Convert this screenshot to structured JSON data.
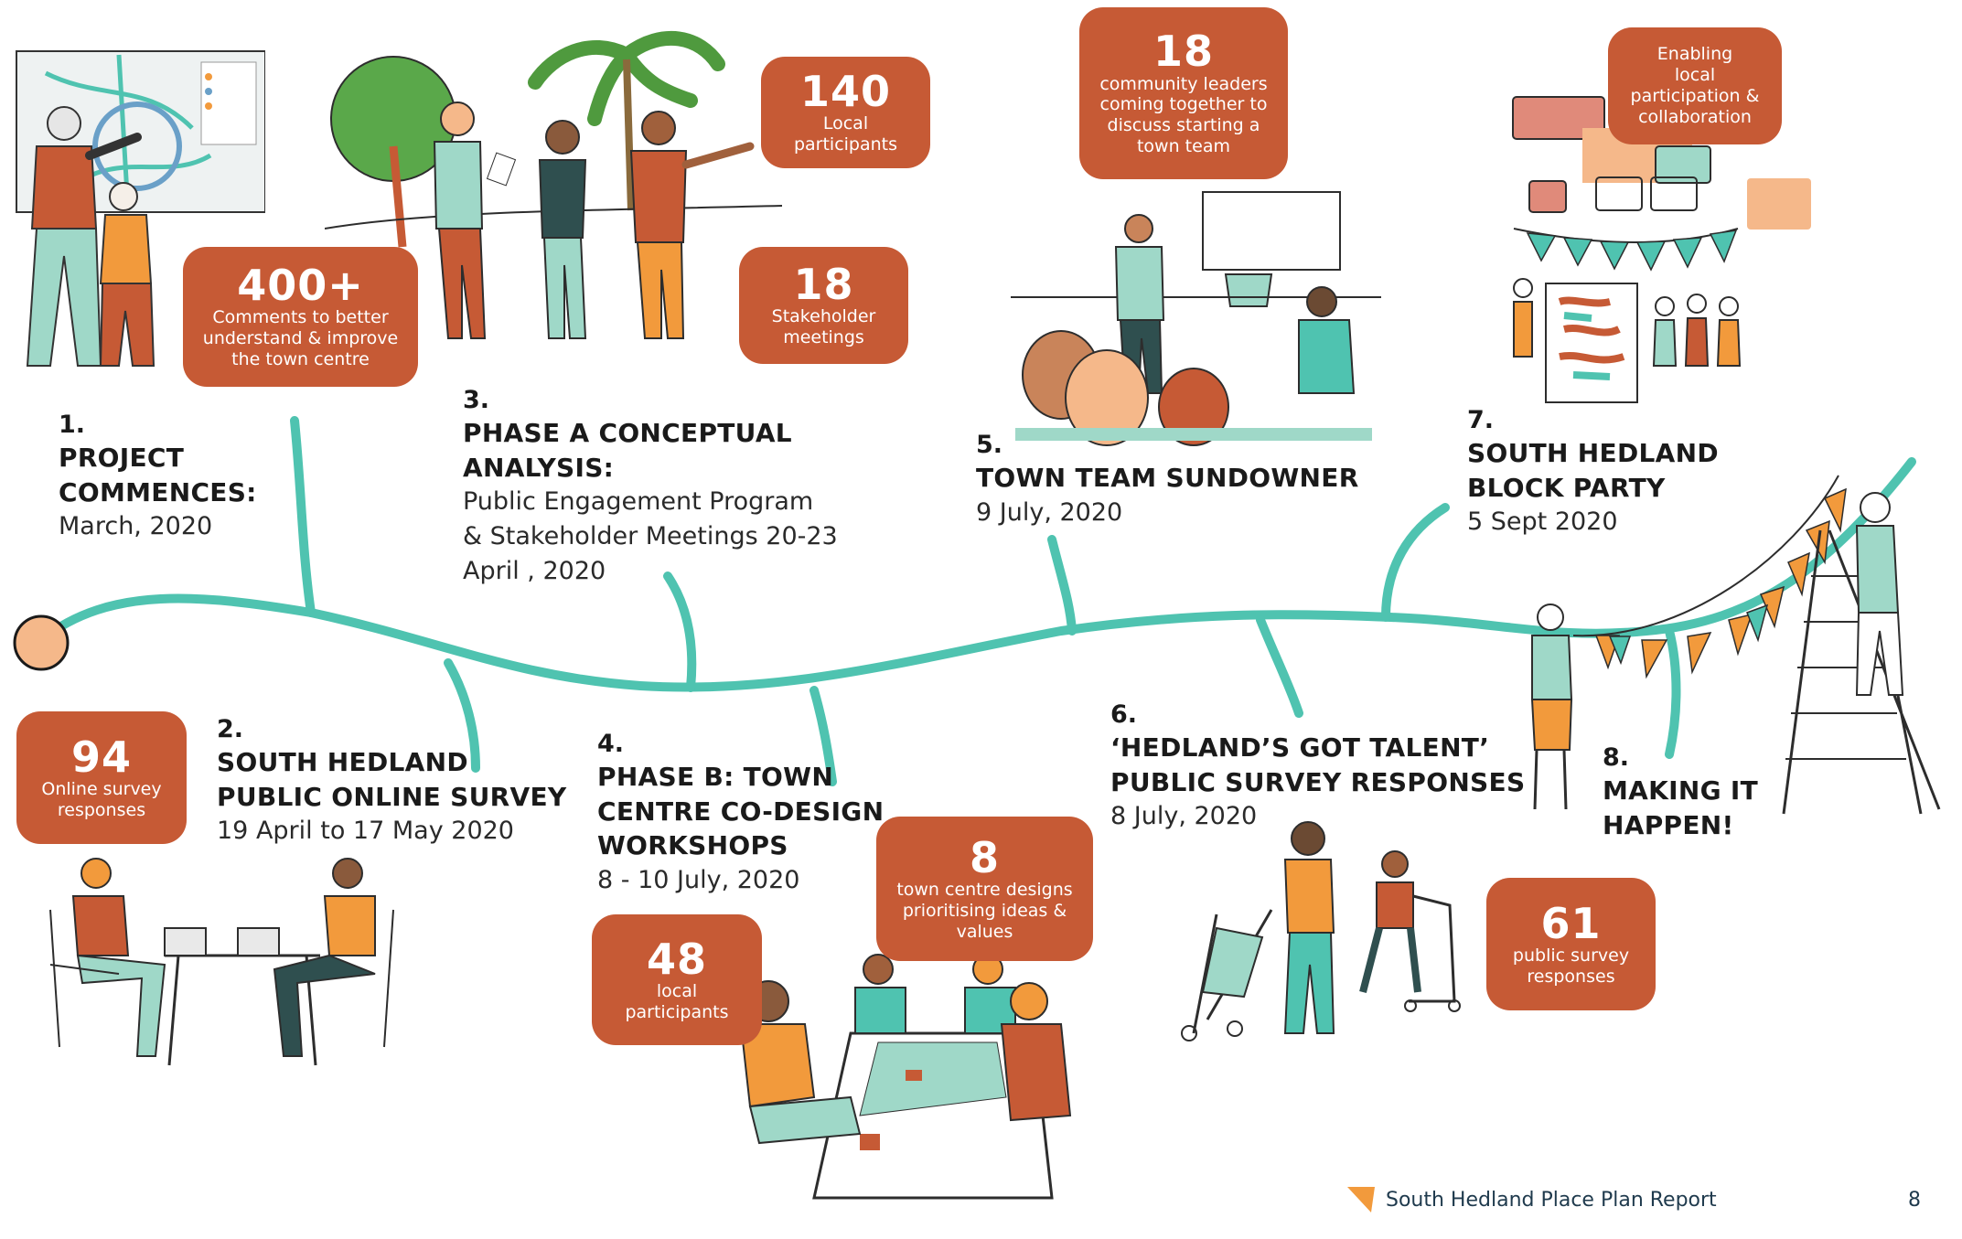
{
  "milestones": [
    {
      "number": "1.",
      "title": "PROJECT\nCOMMENCES:",
      "date": "March, 2020"
    },
    {
      "number": "2.",
      "title": "SOUTH HEDLAND\nPUBLIC ONLINE SURVEY",
      "date": "19 April to 17 May 2020"
    },
    {
      "number": "3.",
      "title": "PHASE A CONCEPTUAL\nANALYSIS:",
      "date": "Public Engagement Program\n& Stakeholder Meetings 20-23\nApril , 2020"
    },
    {
      "number": "4.",
      "title": "PHASE B: TOWN\nCENTRE CO-DESIGN\nWORKSHOPS",
      "date": "8 - 10 July, 2020"
    },
    {
      "number": "5.",
      "title": "TOWN TEAM SUNDOWNER",
      "date": "9 July, 2020"
    },
    {
      "number": "6.",
      "title": "‘HEDLAND’S GOT TALENT’\nPUBLIC SURVEY RESPONSES",
      "date": "8 July, 2020"
    },
    {
      "number": "7.",
      "title": "SOUTH HEDLAND\nBLOCK PARTY",
      "date": "5 Sept 2020"
    },
    {
      "number": "8.",
      "title": "MAKING IT\nHAPPEN!",
      "date": ""
    }
  ],
  "stats": {
    "comments": {
      "number": "400+",
      "label": "Comments to better\nunderstand & improve\nthe town centre"
    },
    "local_participants": {
      "number": "140",
      "label": "Local\nparticipants"
    },
    "stakeholder_meetings": {
      "number": "18",
      "label": "Stakeholder\nmeetings"
    },
    "community_leaders": {
      "number": "18",
      "label": "community leaders\ncoming together to\ndiscuss starting a\ntown team"
    },
    "enabling": {
      "number": "",
      "label": "Enabling\nlocal\nparticipation &\ncollaboration"
    },
    "online_survey": {
      "number": "94",
      "label": "Online survey\nresponses"
    },
    "designs": {
      "number": "8",
      "label": "town centre designs\nprioritising ideas &\nvalues"
    },
    "workshop_participants": {
      "number": "48",
      "label": "local\nparticipants"
    },
    "public_survey": {
      "number": "61",
      "label": "public survey\nresponses"
    }
  },
  "footer": {
    "report_title": "South Hedland Place Plan Report",
    "page_number": "8"
  },
  "colors": {
    "teal": "#4fc3b0",
    "rust": "#c65a35",
    "orange": "#f29a3c",
    "peach": "#f5b88a",
    "mint": "#9fd8c8"
  },
  "icons": [
    "map-illustration",
    "trees-illustration",
    "people-group-illustration",
    "laptop-people-illustration",
    "workshop-table-illustration",
    "presentation-illustration",
    "speech-bubbles-illustration",
    "bunting-ladder-illustration",
    "family-stroller-illustration",
    "footer-triangle-icon"
  ]
}
